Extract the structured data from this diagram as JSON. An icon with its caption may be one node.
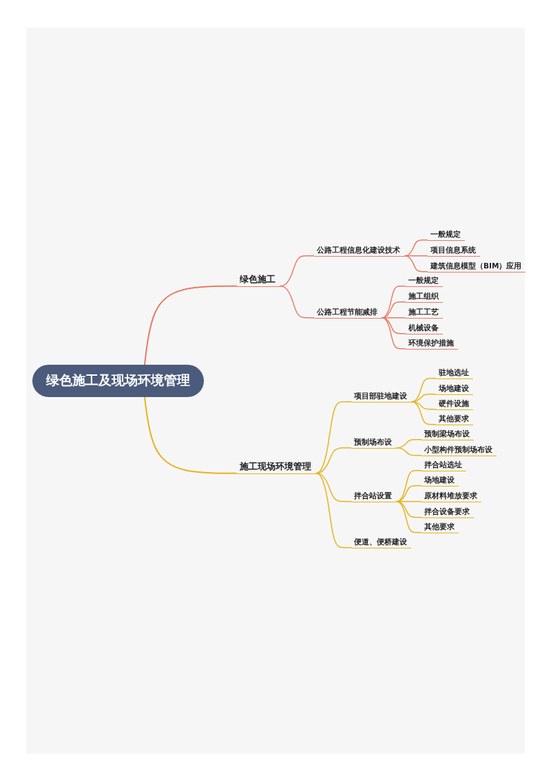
{
  "diagram": {
    "nodes": [
      {
        "text": [
          "绿色施工及现场环境管理"
        ]
      },
      {
        "text": [
          "绿色施工"
        ]
      },
      {
        "text": [
          "公路工程信息化建设技术"
        ]
      },
      {
        "text": [
          "一般规定"
        ]
      },
      {
        "text": [
          "项目信息系统"
        ]
      },
      {
        "text": [
          "建筑信息模型（BIM）应用"
        ]
      },
      {
        "text": [
          "公路工程节能减排"
        ]
      },
      {
        "text": [
          "一般规定"
        ]
      },
      {
        "text": [
          "施工组织"
        ]
      },
      {
        "text": [
          "施工工艺"
        ]
      },
      {
        "text": [
          "机械设备"
        ]
      },
      {
        "text": [
          "环境保护措施"
        ]
      },
      {
        "text": [
          "施工现场环境管理"
        ]
      },
      {
        "text": [
          "项目部驻地建设"
        ]
      },
      {
        "text": [
          "驻地选址"
        ]
      },
      {
        "text": [
          "场地建设"
        ]
      },
      {
        "text": [
          "硬件设施"
        ]
      },
      {
        "text": [
          "其他要求"
        ]
      },
      {
        "text": [
          "预制场布设"
        ]
      },
      {
        "text": [
          "预制梁场布设"
        ]
      },
      {
        "text": [
          "小型构件预制场布设"
        ]
      },
      {
        "text": [
          "拌合站设置"
        ]
      },
      {
        "text": [
          "拌合站选址"
        ]
      },
      {
        "text": [
          "场地建设"
        ]
      },
      {
        "text": [
          "原材料堆放要求"
        ]
      },
      {
        "text": [
          "拌合设备要求"
        ]
      },
      {
        "text": [
          "其他要求"
        ]
      },
      {
        "text": [
          "便道、便桥建设"
        ]
      }
    ],
    "edges": [
      {
        "from": 0,
        "to": 1,
        "arrow": "none",
        "color": "#ea7a66"
      },
      {
        "from": 1,
        "to": 2,
        "arrow": "none",
        "color": "#ea7a66"
      },
      {
        "from": 2,
        "to": 3,
        "arrow": "none",
        "color": "#ea7a66"
      },
      {
        "from": 2,
        "to": 4,
        "arrow": "none",
        "color": "#ea7a66"
      },
      {
        "from": 2,
        "to": 5,
        "arrow": "none",
        "color": "#ea7a66"
      },
      {
        "from": 1,
        "to": 6,
        "arrow": "none",
        "color": "#ea7a66"
      },
      {
        "from": 6,
        "to": 7,
        "arrow": "none",
        "color": "#ea7a66"
      },
      {
        "from": 6,
        "to": 8,
        "arrow": "none",
        "color": "#ea7a66"
      },
      {
        "from": 6,
        "to": 9,
        "arrow": "none",
        "color": "#ea7a66"
      },
      {
        "from": 6,
        "to": 10,
        "arrow": "none",
        "color": "#ea7a66"
      },
      {
        "from": 6,
        "to": 11,
        "arrow": "none",
        "color": "#ea7a66"
      },
      {
        "from": 0,
        "to": 12,
        "arrow": "none"
      },
      {
        "from": 12,
        "to": 13,
        "arrow": "none"
      },
      {
        "from": 13,
        "to": 14,
        "arrow": "none"
      },
      {
        "from": 13,
        "to": 15,
        "arrow": "none"
      },
      {
        "from": 13,
        "to": 16,
        "arrow": "none"
      },
      {
        "from": 13,
        "to": 17,
        "arrow": "none"
      },
      {
        "from": 12,
        "to": 18,
        "arrow": "none"
      },
      {
        "from": 18,
        "to": 19,
        "arrow": "none"
      },
      {
        "from": 18,
        "to": 20,
        "arrow": "none"
      },
      {
        "from": 12,
        "to": 21,
        "arrow": "none"
      },
      {
        "from": 21,
        "to": 22,
        "arrow": "none"
      },
      {
        "from": 21,
        "to": 23,
        "arrow": "none"
      },
      {
        "from": 21,
        "to": 24,
        "arrow": "none"
      },
      {
        "from": 21,
        "to": 25,
        "arrow": "none"
      },
      {
        "from": 21,
        "to": 26,
        "arrow": "none"
      },
      {
        "from": 12,
        "to": 27,
        "arrow": "none"
      }
    ]
  }
}
